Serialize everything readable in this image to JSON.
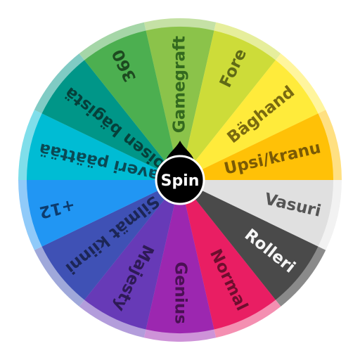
{
  "wheel": {
    "spin_label": "Spin",
    "segments": [
      {
        "label": "Gamegraft",
        "color": "#8BC34A",
        "rim": "#C5E1A5",
        "text": "#33691E"
      },
      {
        "label": "Fore",
        "color": "#CDDC39",
        "rim": "#E6EE9C",
        "text": "#5F6A16"
      },
      {
        "label": "Bäghand",
        "color": "#FFEB3B",
        "rim": "#FFF59D",
        "text": "#7A6A10"
      },
      {
        "label": "Upsi/kranu",
        "color": "#FFC107",
        "rim": "#FFE082",
        "text": "#7A5A05"
      },
      {
        "label": "Vasuri",
        "color": "#E0E0E0",
        "rim": "#F2F2F2",
        "text": "#555555"
      },
      {
        "label": "Rolleri",
        "color": "#4A4A4A",
        "rim": "#8A8A8A",
        "text": "#F5F5F5"
      },
      {
        "label": "Normal",
        "color": "#E91E63",
        "rim": "#F48FB1",
        "text": "#6E0E2E"
      },
      {
        "label": "Genius",
        "color": "#9C27B0",
        "rim": "#CE93D8",
        "text": "#4A1054"
      },
      {
        "label": "Majesty",
        "color": "#673AB7",
        "rim": "#B39DDB",
        "text": "#2E1A56"
      },
      {
        "label": "Silmät kiinni",
        "color": "#3F51B5",
        "rim": "#9FA8DA",
        "text": "#1C2656"
      },
      {
        "label": "+12",
        "color": "#2196F3",
        "rim": "#90CAF9",
        "text": "#0D3C6E"
      },
      {
        "label": "Kaveri päättää",
        "color": "#00BCD4",
        "rim": "#80DEEA",
        "text": "#0A4A55"
      },
      {
        "label": "Toisen bägistä",
        "color": "#009688",
        "rim": "#80CBC4",
        "text": "#06403A"
      },
      {
        "label": "360",
        "color": "#4CAF50",
        "rim": "#A5D6A7",
        "text": "#1D4A20"
      }
    ]
  }
}
